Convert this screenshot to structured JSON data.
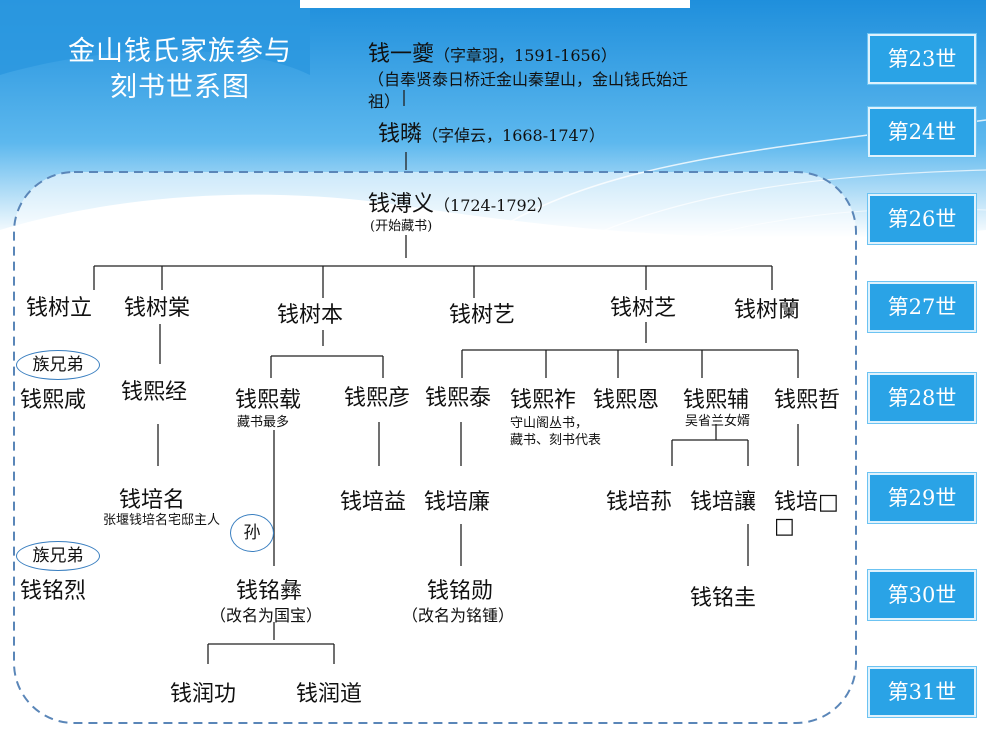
{
  "title": {
    "line1": "金山钱氏家族参与",
    "line2": "刻书世系图"
  },
  "generations": [
    "第23世",
    "第24世",
    "第26世",
    "第27世",
    "第28世",
    "第29世",
    "第30世",
    "第31世"
  ],
  "gen23": {
    "name": "钱一夔",
    "info": "（字章羽，1591-1656）",
    "note1": "（自奉贤泰日桥迁金山秦望山，金山钱氏始迁",
    "note2": "祖）"
  },
  "gen24": {
    "name": "钱暽",
    "info": "（字倬云，1668-1747）"
  },
  "gen26": {
    "name": "钱溥义",
    "info": "（1724-1792）",
    "note": "(开始藏书)"
  },
  "gen27": [
    "钱树立",
    "钱树棠",
    "钱树本",
    "钱树艺",
    "钱树芝",
    "钱树蘭"
  ],
  "gen28": {
    "xian": "钱熙咸",
    "jing": "钱熙经",
    "zai": "钱熙载",
    "zai_note": "藏书最多",
    "yan": "钱熙彦",
    "tai": "钱熙泰",
    "zuo": "钱熙祚",
    "zuo_note1": "守山阁丛书，",
    "zuo_note2": "藏书、刻书代表",
    "en": "钱熙恩",
    "fu": "钱熙辅",
    "fu_note": "吴省兰女婿",
    "zhe": "钱熙哲"
  },
  "gen29": {
    "ming": "钱培名",
    "ming_note": "张堰钱培名宅邸主人",
    "yi": "钱培益",
    "lian": "钱培廉",
    "su": "钱培荪",
    "rang": "钱培讓",
    "last": "钱培□",
    "last_tail": "□"
  },
  "gen30": {
    "lie": "钱铭烈",
    "yi": "钱铭彝",
    "yi_note": "（改名为国宝）",
    "xun": "钱铭勋",
    "xun_note": "（改名为铭锺）",
    "gui": "钱铭圭"
  },
  "gen31": [
    "钱润功",
    "钱润道"
  ],
  "badges": {
    "clan_brother": "族兄弟",
    "grandson": "孙"
  },
  "colors": {
    "header_blue": "#2aa3e6",
    "dashed_border": "#5a86b8"
  }
}
